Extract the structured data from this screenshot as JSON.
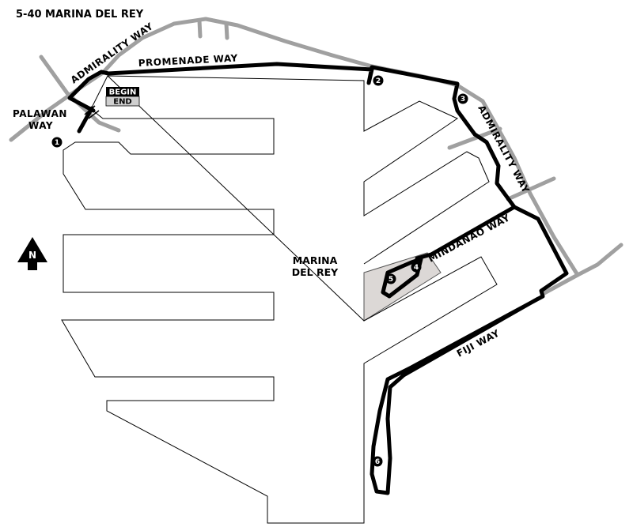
{
  "map": {
    "title": "5-40 MARINA DEL REY",
    "area_label_line1": "MARINA",
    "area_label_line2": "DEL REY",
    "north_label": "N",
    "begin_label": "BEGIN",
    "end_label": "END",
    "streets": {
      "admiralty_way_north": "ADMIRALITY WAY",
      "admiralty_way_east": "ADMIRALITY WAY",
      "promenade_way": "PROMENADE WAY",
      "palawan_way_line1": "PALAWAN",
      "palawan_way_line2": "WAY",
      "mindanao_way": "MINDANAO WAY",
      "fiji_way": "FIJI WAY"
    },
    "markers": [
      "1",
      "2",
      "3",
      "4",
      "5",
      "6"
    ],
    "colors": {
      "route": "#000000",
      "street": "#a0a0a0",
      "shoreline": "#000000",
      "park": "#dcd8d6",
      "background": "#ffffff"
    }
  }
}
